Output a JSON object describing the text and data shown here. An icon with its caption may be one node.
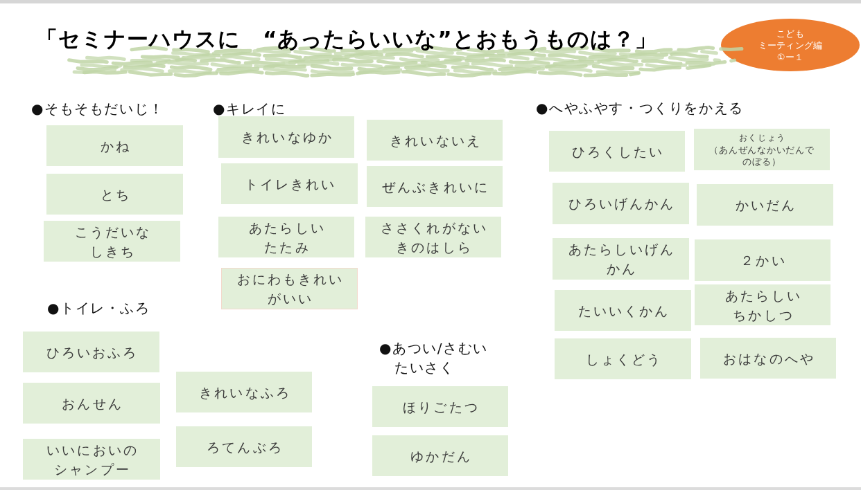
{
  "diagram": {
    "title": "「セミナーハウスに　“あったらいいな”とおもうものは？」",
    "nodes": [
      {
        "text": [
          "こどもミーティング編",
          "①ー１"
        ]
      },
      {
        "text": [
          "かね"
        ]
      },
      {
        "text": [
          "とち"
        ]
      },
      {
        "text": [
          "こうだいなしきち"
        ]
      },
      {
        "text": [
          "きれいなゆか"
        ]
      },
      {
        "text": [
          "きれいないえ"
        ]
      },
      {
        "text": [
          "トイレきれい"
        ]
      },
      {
        "text": [
          "ぜんぶきれいに"
        ]
      },
      {
        "text": [
          "あたらしいたたみ"
        ]
      },
      {
        "text": [
          "ささくれがないきのはしら"
        ]
      },
      {
        "text": [
          "おにわもきれいがいい"
        ]
      },
      {
        "text": [
          "ひろくしたい"
        ]
      },
      {
        "text": [
          "おくじょう",
          "（あんぜんなかいだんでのぼる）"
        ]
      },
      {
        "text": [
          "ひろいげんかん"
        ]
      },
      {
        "text": [
          "かいだん"
        ]
      },
      {
        "text": [
          "あたらしいげんかん"
        ]
      },
      {
        "text": [
          "２かい"
        ]
      },
      {
        "text": [
          "たいいくかん"
        ]
      },
      {
        "text": [
          "あたらしいちかしつ"
        ]
      },
      {
        "text": [
          "しょくどう"
        ]
      },
      {
        "text": [
          "おはなのへや"
        ]
      },
      {
        "text": [
          "ひろいおふろ"
        ]
      },
      {
        "text": [
          "おんせん"
        ]
      },
      {
        "text": [
          "いいにおいのシャンプー"
        ]
      },
      {
        "text": [
          "きれいなふろ"
        ]
      },
      {
        "text": [
          "ろてんぶろ"
        ]
      },
      {
        "text": [
          "ほりごたつ"
        ]
      },
      {
        "text": [
          "ゆかだん"
        ]
      }
    ],
    "labels": [
      "●そもそもだいじ！",
      "●キレイに",
      "●へやふやす・つくりをかえる",
      "●トイレ・ふろ",
      "●あつい/さむいたいさく"
    ]
  }
}
